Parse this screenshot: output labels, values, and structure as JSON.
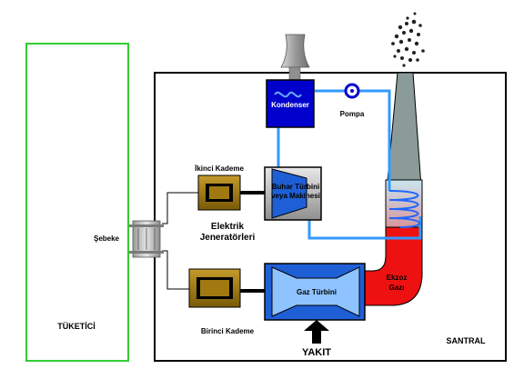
{
  "labels": {
    "consumer": "TÜKETİCİ",
    "grid": "Şebeke",
    "plant": "SANTRAL",
    "fuel": "YAKIT",
    "condenser": "Kondenser",
    "pump": "Pompa",
    "steam_turbine_line1": "Buhar Türbini",
    "steam_turbine_line2": "veya Makinesi",
    "gas_turbine": "Gaz Türbini",
    "exhaust_line1": "Ekzoz",
    "exhaust_line2": "Gazı",
    "second_stage": "İkinci Kademe",
    "first_stage": "Birinci Kademe",
    "generators_line1": "Elektrik",
    "generators_line2": "Jeneratörleri"
  },
  "colors": {
    "consumer_border": "#33cc33",
    "water_pipe": "#3399ff",
    "condenser_fill": "#0000cc",
    "turbine_fill": "#1e5fd6",
    "exhaust_red": "#ee1111",
    "chimney_gray": "#8a9b99",
    "generator_gold": "#a07a10",
    "steam_box": "#b8b8b8"
  }
}
